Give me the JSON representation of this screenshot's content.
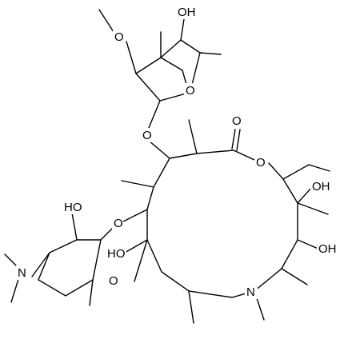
{
  "molecule": {
    "atom_labels": {
      "cladinose_hydroxyl": "OH",
      "cladinose_methoxy_oxygen": "O",
      "cladinose_ring_oxygen": "O",
      "glycosidic_oxygen_cladinose": "O",
      "lactone_carbonyl_oxygen": "O",
      "lactone_ring_oxygen": "O",
      "c11_hydroxyl": "OH",
      "c12_hydroxyl": "OH",
      "glycosidic_oxygen_desosamine": "O",
      "desosamine_hydroxyl": "HO",
      "desosamine_ring_oxygen": "O",
      "c6_hydroxyl": "HO",
      "ring_nitrogen": "N",
      "dimethylamino_nitrogen": "N"
    }
  }
}
